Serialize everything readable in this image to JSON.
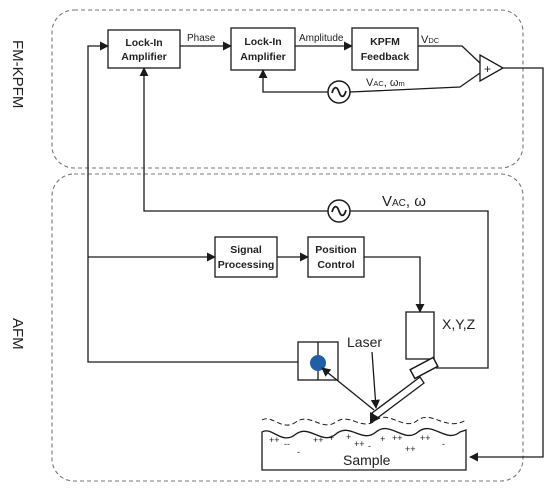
{
  "sections": {
    "fm_kpfm": "FM-KPFM",
    "afm": "AFM"
  },
  "blocks": {
    "lockin1": [
      "Lock-In",
      "Amplifier"
    ],
    "lockin2": [
      "Lock-In",
      "Amplifier"
    ],
    "kpfm": [
      "KPFM",
      "Feedback"
    ],
    "signal": [
      "Signal",
      "Processing"
    ],
    "position": [
      "Position",
      "Control"
    ]
  },
  "signals": {
    "phase": "Phase",
    "amplitude": "Amplitude",
    "vdc_main": "V",
    "vdc_sub": "DC",
    "vac_m_main": "V",
    "vac_m_sub": "AC",
    "omega_m_main": ", ω",
    "omega_m_sub": "m",
    "vac_main": "V",
    "vac_sub": "AC",
    "omega": ", ω",
    "plus": "+"
  },
  "labels": {
    "xyz": "X,Y,Z",
    "laser": "Laser",
    "sample": "Sample"
  },
  "sample_charges": [
    "++",
    "--",
    "-",
    "++",
    "+",
    "+",
    "++",
    "-",
    "+",
    "++",
    "++",
    "-",
    "++"
  ]
}
